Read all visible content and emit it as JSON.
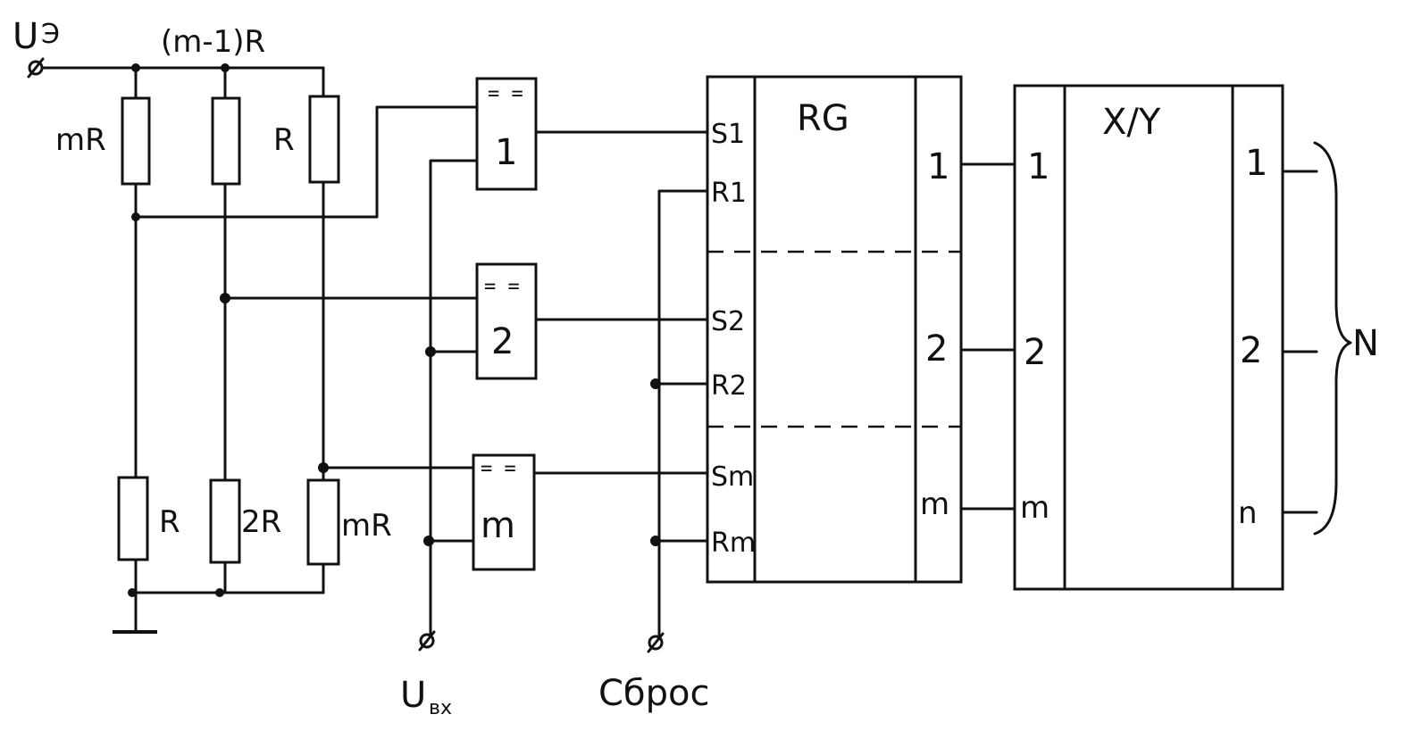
{
  "supply_label": "U",
  "supply_sub": "Э",
  "top_resistor_label": "(m-1)R",
  "divider_labels": {
    "top_left": "mR",
    "top_right": "R",
    "bottom_left": "R",
    "bottom_mid": "2R",
    "bottom_right": "mR"
  },
  "comparator_symbol": "= =",
  "comparators": [
    "1",
    "2",
    "m"
  ],
  "input_label": "U",
  "input_sub": "вх",
  "reset_label": "Сброс",
  "register": {
    "title": "RG",
    "inputs": [
      "S1",
      "R1",
      "S2",
      "R2",
      "Sm",
      "Rm"
    ],
    "outputs": [
      "1",
      "2",
      "m"
    ]
  },
  "converter": {
    "title": "X/Y",
    "inputs": [
      "1",
      "2",
      "m"
    ],
    "outputs": [
      "1",
      "2",
      "n"
    ]
  },
  "bus_label": "N"
}
